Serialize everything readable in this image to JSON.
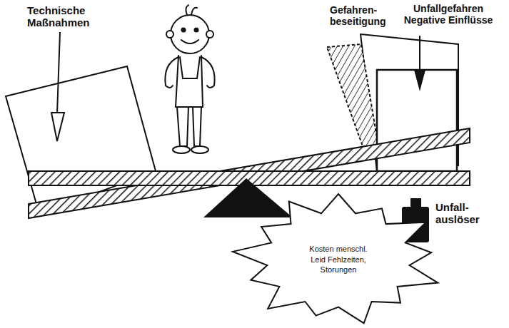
{
  "diagram": {
    "nodes": [
      {
        "text": [
          "Kosten menschl. Leid Fehlzeiten, Storungen"
        ]
      }
    ],
    "labels": [
      "Technische Maßnahmen",
      "Gefahren- beseitigung",
      "Unfallgefahren Negative Einflüsse",
      "Unfall- auslöser"
    ]
  }
}
